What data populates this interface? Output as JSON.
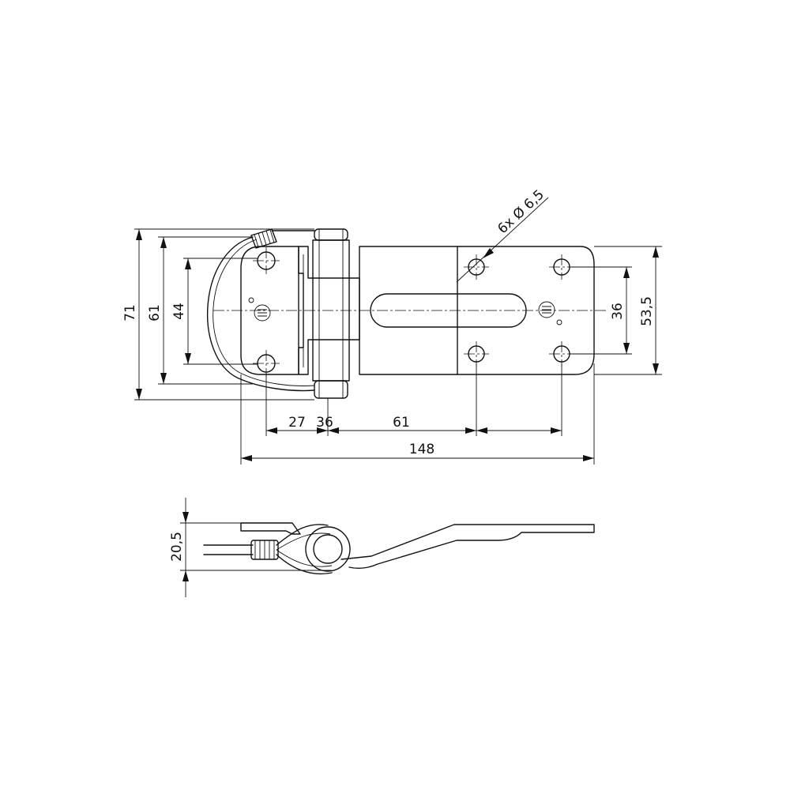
{
  "dimensions": {
    "overall_height": "71",
    "plate_height": "61",
    "left_hole_spacing": "44",
    "slot_width": "36",
    "right_plate_height": "53,5",
    "dim_27": "27",
    "dim_36": "36",
    "dim_61": "61",
    "overall_length": "148",
    "hole_callout": "6x Ø 6,5",
    "side_thickness": "20,5"
  },
  "colors": {
    "line": "#111111",
    "background": "#ffffff"
  }
}
